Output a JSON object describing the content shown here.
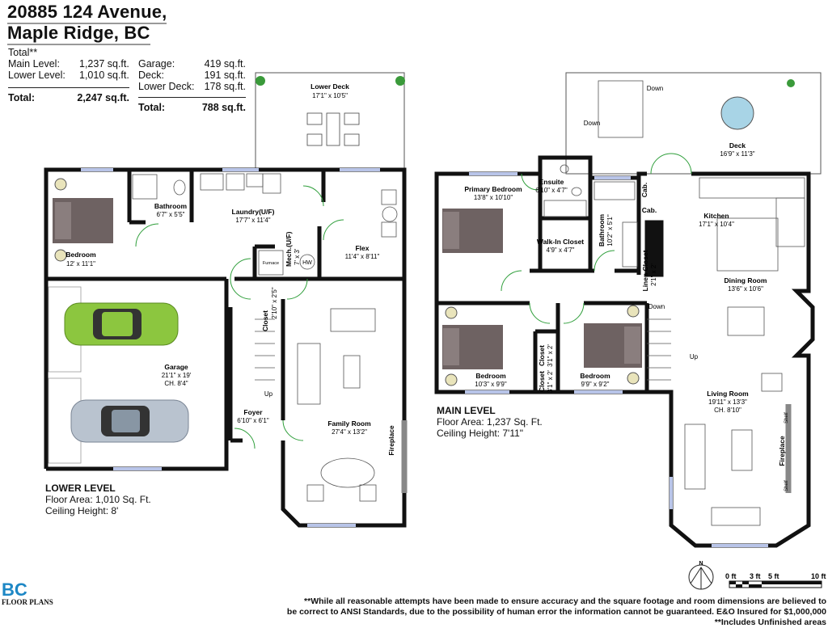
{
  "header": {
    "address_line1": "20885  124 Avenue,",
    "address_line2": "Maple Ridge, BC"
  },
  "totals": {
    "heading": "Total**",
    "finished": [
      {
        "label": "Main Level:",
        "value": "1,237 sq.ft."
      },
      {
        "label": "Lower Level:",
        "value": "1,010 sq.ft."
      }
    ],
    "finished_total": {
      "label": "Total:",
      "value": "2,247 sq.ft."
    },
    "unfinished": [
      {
        "label": "Garage:",
        "value": "419 sq.ft."
      },
      {
        "label": "Deck:",
        "value": "191 sq.ft."
      },
      {
        "label": "Lower Deck:",
        "value": "178 sq.ft."
      }
    ],
    "unfinished_total": {
      "label": "Total:",
      "value": "788 sq.ft."
    }
  },
  "lower_level": {
    "title": "LOWER LEVEL",
    "floor_area": "Floor Area: 1,010 Sq. Ft.",
    "ceiling": "Ceiling Height: 8'",
    "rooms": {
      "lower_deck": {
        "name": "Lower Deck",
        "dims": "17'1\" x 10'5\""
      },
      "bedroom": {
        "name": "Bedroom",
        "dims": "12' x 11'1\""
      },
      "bathroom": {
        "name": "Bathroom",
        "dims": "6'7\" x 5'5\""
      },
      "laundry": {
        "name": "Laundry(U/F)",
        "dims": "17'7\" x 11'4\""
      },
      "mech": {
        "name": "Mech.(U/F)",
        "dims": "7' x 3'"
      },
      "furnace": "Furnace",
      "hw": "HW",
      "flex": {
        "name": "Flex",
        "dims": "11'4\" x 8'11\""
      },
      "closet": {
        "name": "Closet",
        "dims": "2'10\" x 2'5\""
      },
      "garage": {
        "name": "Garage",
        "dims": "21'1\" x 19'",
        "ceiling": "CH. 8'4\""
      },
      "foyer": {
        "name": "Foyer",
        "dims": "6'10\" x 6'1\""
      },
      "family": {
        "name": "Family Room",
        "dims": "27'4\" x 13'2\""
      },
      "fireplace": "Fireplace",
      "up": "Up"
    }
  },
  "main_level": {
    "title": "MAIN LEVEL",
    "floor_area": "Floor Area: 1,237 Sq. Ft.",
    "ceiling": "Ceiling Height: 7'11\"",
    "rooms": {
      "deck": {
        "name": "Deck",
        "dims": "16'9\" x 11'3\""
      },
      "down1": "Down",
      "down2": "Down",
      "down3": "Down",
      "up": "Up",
      "primary": {
        "name": "Primary Bedroom",
        "dims": "13'8\" x 10'10\""
      },
      "ensuite": {
        "name": "Ensuite",
        "dims": "6'10\" x 4'7\""
      },
      "wic": {
        "name": "Walk-In Closet",
        "dims": "4'9\" x 4'7\""
      },
      "bathroom": {
        "name": "Bathroom",
        "dims": "10'2\" x 5'1\""
      },
      "linen": {
        "name": "Linen Closet",
        "dims": "2'1\" x 2'"
      },
      "cab1": "Cab.",
      "cab2": "Cab.",
      "kitchen": {
        "name": "Kitchen",
        "dims": "17'1\" x 10'4\""
      },
      "dining": {
        "name": "Dining Room",
        "dims": "13'6\" x 10'6\""
      },
      "bed2": {
        "name": "Bedroom",
        "dims": "10'3\" x 9'9\""
      },
      "bed3": {
        "name": "Bedroom",
        "dims": "9'9\" x 9'2\""
      },
      "closet1": {
        "name": "Closet",
        "dims": "3'1\" x 2'"
      },
      "closet2": {
        "name": "Closet",
        "dims": "3'1\" x 2'"
      },
      "living": {
        "name": "Living Room",
        "dims": "19'11\" x 13'3\"",
        "ceiling": "CH. 8'10\""
      },
      "fireplace": "Fireplace",
      "shelf1": "Shelf",
      "shelf2": "Shelf"
    }
  },
  "compass": {
    "north": "N"
  },
  "scale": {
    "labels": [
      "0 ft",
      "3 ft",
      "5 ft",
      "10 ft"
    ]
  },
  "disclaimer": {
    "line1": "**While all reasonable attempts have been made to ensure accuracy and the square footage and room dimensions are believed to",
    "line2": "be correct to ANSI Standards, due to the possibility of human error the information cannot be guaranteed. E&O Insured for $1,000,000",
    "line3": "**Includes Unfinished areas"
  },
  "logo": {
    "text1": "BC",
    "text2": "FLOOR PLANS"
  },
  "colors": {
    "wall": "#111111",
    "door": "#2e9e3a",
    "window": "#b8c4e8",
    "bed": "#6e6262",
    "car_green": "#8cc63f",
    "car_silver": "#b9c3cf",
    "table_blue": "#a8d4e6",
    "logo_blue": "#1d87c5"
  }
}
